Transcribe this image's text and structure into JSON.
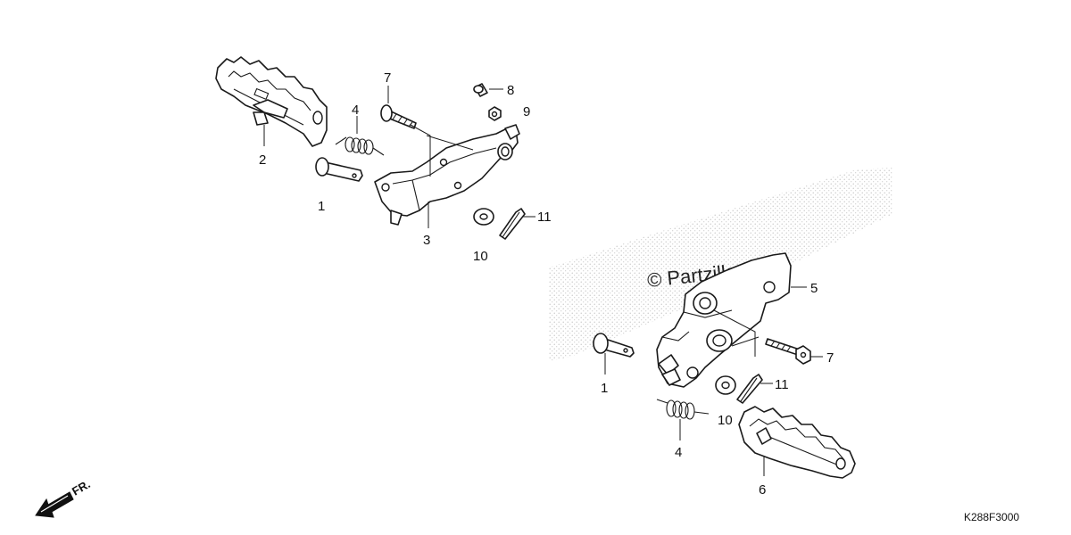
{
  "diagram": {
    "watermark": "© Partzilla.com",
    "drawing_code": "K288F3000",
    "direction_label": "FR.",
    "callouts": {
      "left": {
        "c1": "1",
        "c2": "2",
        "c3": "3",
        "c4": "4",
        "c7": "7",
        "c8": "8",
        "c9": "9",
        "c10": "10",
        "c11": "11"
      },
      "right": {
        "c1": "1",
        "c4": "4",
        "c5": "5",
        "c6": "6",
        "c7": "7",
        "c10": "10",
        "c11": "11"
      }
    }
  }
}
